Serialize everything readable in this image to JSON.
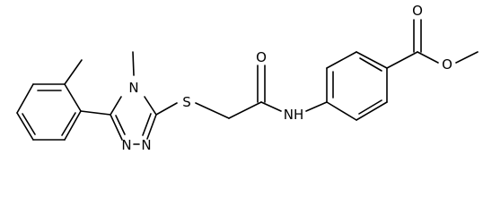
{
  "diagram": {
    "type": "chemical-structure",
    "atom_labels": {
      "sulfur": "S",
      "ring_nitrogen_methyl": "N",
      "ring_nitrogen_lower_left": "N",
      "ring_nitrogen_lower_right": "N",
      "amide_nh": "NH",
      "amide_oxygen": "O",
      "ester_carbonyl_oxygen": "O",
      "ester_ether_oxygen": "O"
    }
  }
}
